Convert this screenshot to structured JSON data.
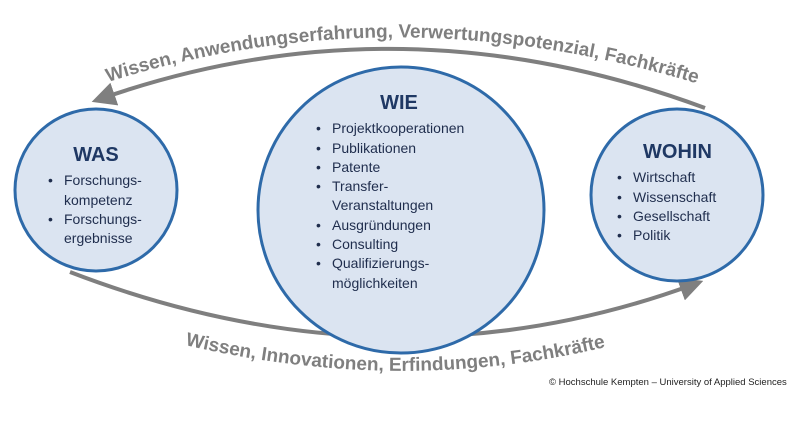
{
  "top_flow": {
    "label": "Wissen, Anwendungserfahrung, Verwertungspotenzial, Fachkräfte"
  },
  "bottom_flow": {
    "label": "Wissen, Innovationen, Erfindungen, Fachkräfte"
  },
  "was": {
    "title": "WAS",
    "items": [
      "Forschungs-\nkompetenz",
      "Forschungs-\nergebnisse"
    ]
  },
  "wie": {
    "title": "WIE",
    "items": [
      "Projektkooperationen",
      "Publikationen",
      "Patente",
      "Transfer-\nVeranstaltungen",
      "Ausgründungen",
      "Consulting",
      "Qualifizierungs-\nmöglichkeiten"
    ]
  },
  "wohin": {
    "title": "WOHIN",
    "items": [
      "Wirtschaft",
      "Wissenschaft",
      "Gesellschaft",
      "Politik"
    ]
  },
  "copyright": "© Hochschule Kempten – University of Applied Sciences",
  "colors": {
    "circle_fill": "#dbe4f1",
    "circle_stroke": "#2e6aa9",
    "arrow": "#7f7f7f",
    "title": "#1f3864"
  }
}
